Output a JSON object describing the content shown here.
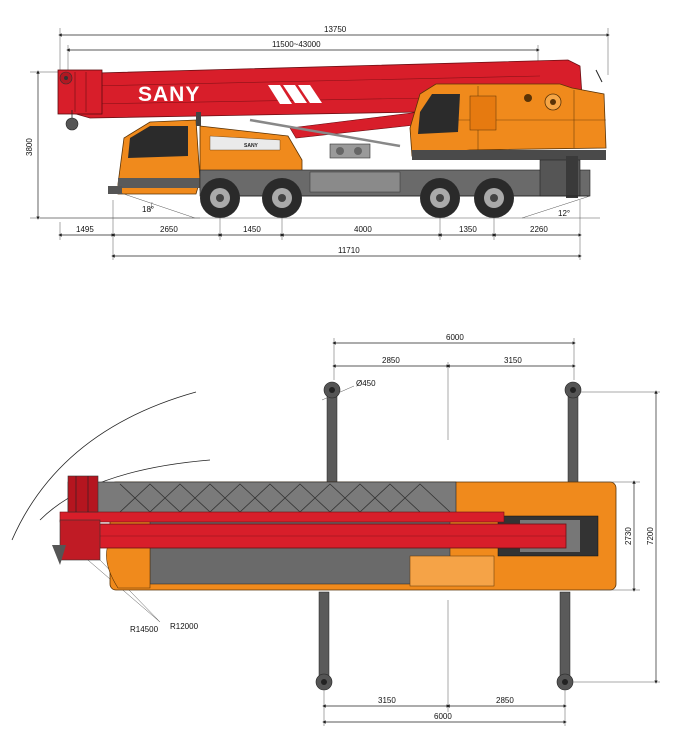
{
  "side_view": {
    "brand": "SANY",
    "door_brand": "SANY",
    "overall_length": "13750",
    "boom_range": "11500~43000",
    "height": "3800",
    "approach_angle": "18°",
    "departure_angle": "12°",
    "segments": [
      "1495",
      "2650",
      "1450",
      "4000",
      "1350",
      "2260"
    ],
    "chassis_length": "11710"
  },
  "top_view": {
    "top_total": "6000",
    "top_left": "2850",
    "top_right": "3150",
    "pad_diameter": "Ø450",
    "outrigger_inner": "2730",
    "outrigger_outer": "7200",
    "radius_1": "R14500",
    "radius_2": "R12000",
    "bottom_left": "3150",
    "bottom_right": "2850",
    "bottom_total": "6000"
  },
  "colors": {
    "boom_red": "#d81e2a",
    "body_orange": "#f08a1c",
    "chassis_gray": "#5a5a5a",
    "tire_dark": "#2a2a2a"
  }
}
